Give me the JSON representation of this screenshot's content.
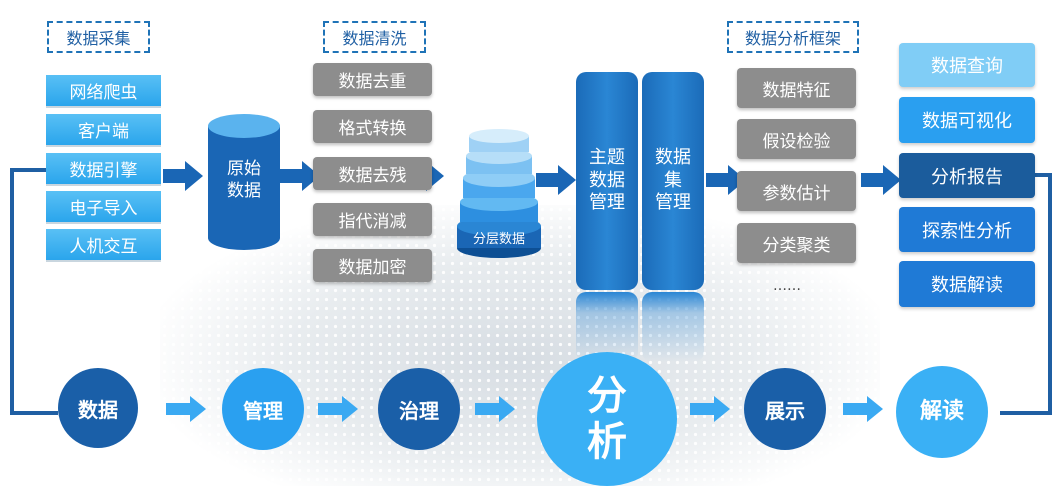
{
  "headers": {
    "collect": "数据采集",
    "clean": "数据清洗",
    "framework": "数据分析框架"
  },
  "sources": [
    "网络爬虫",
    "客户端",
    "数据引擎",
    "电子导入",
    "人机交互"
  ],
  "raw_data": "原始\n数据",
  "cleaning_steps": [
    "数据去重",
    "格式转换",
    "数据去残",
    "指代消减",
    "数据加密"
  ],
  "layered_data": "分层数据",
  "topic_management": "主题\n数据\n管理",
  "dataset_management": "数据\n集\n管理",
  "framework_steps": [
    "数据特征",
    "假设检验",
    "参数估计",
    "分类聚类"
  ],
  "framework_more": "……",
  "outputs": [
    "数据查询",
    "数据可视化",
    "分析报告",
    "探索性分析",
    "数据解读"
  ],
  "pipeline": [
    "数据",
    "管理",
    "治理",
    "分析",
    "展示",
    "解读"
  ],
  "colors": {
    "dark_blue": "#1a5fa8",
    "mid_blue": "#2196e8",
    "light_blue": "#3ab0f5",
    "gray": "#8d8d8d"
  }
}
